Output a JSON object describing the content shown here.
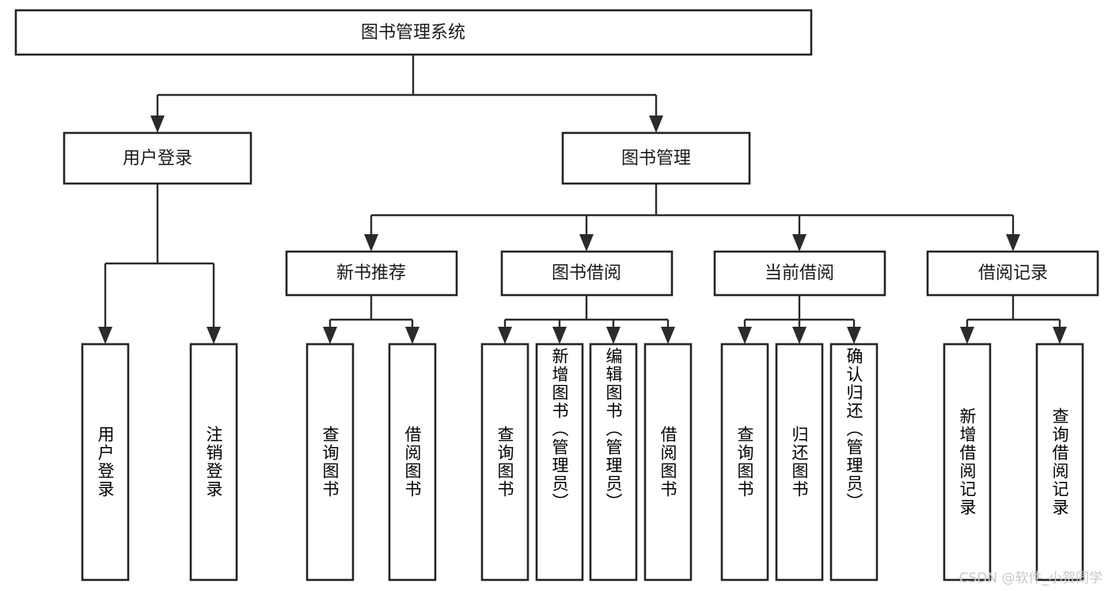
{
  "diagram": {
    "title": "图书管理系统",
    "type": "tree",
    "root": {
      "id": "root",
      "label": "图书管理系统",
      "orientation": "horizontal"
    },
    "level2": [
      {
        "id": "user-login",
        "label": "用户登录",
        "orientation": "horizontal"
      },
      {
        "id": "book-manage",
        "label": "图书管理",
        "orientation": "horizontal"
      }
    ],
    "level3": [
      {
        "id": "new-book-recommend",
        "label": "新书推荐",
        "orientation": "horizontal",
        "parent": "book-manage"
      },
      {
        "id": "book-borrow",
        "label": "图书借阅",
        "orientation": "horizontal",
        "parent": "book-manage"
      },
      {
        "id": "current-borrow",
        "label": "当前借阅",
        "orientation": "horizontal",
        "parent": "book-manage"
      },
      {
        "id": "borrow-record",
        "label": "借阅记录",
        "orientation": "horizontal",
        "parent": "book-manage"
      }
    ],
    "leaves": [
      {
        "id": "leaf-user-login",
        "label": "用户登录",
        "orientation": "vertical",
        "parent": "user-login"
      },
      {
        "id": "leaf-user-logout",
        "label": "注销登录",
        "orientation": "vertical",
        "parent": "user-login"
      },
      {
        "id": "leaf-query-book-1",
        "label": "查询图书",
        "orientation": "vertical",
        "parent": "new-book-recommend"
      },
      {
        "id": "leaf-borrow-book-1",
        "label": "借阅图书",
        "orientation": "vertical",
        "parent": "new-book-recommend"
      },
      {
        "id": "leaf-query-book-2",
        "label": "查询图书",
        "orientation": "vertical",
        "parent": "book-borrow"
      },
      {
        "id": "leaf-add-book",
        "label": "新增图书（管理员）",
        "orientation": "vertical",
        "parent": "book-borrow"
      },
      {
        "id": "leaf-edit-book",
        "label": "编辑图书（管理员）",
        "orientation": "vertical",
        "parent": "book-borrow"
      },
      {
        "id": "leaf-borrow-book-2",
        "label": "借阅图书",
        "orientation": "vertical",
        "parent": "book-borrow"
      },
      {
        "id": "leaf-query-book-3",
        "label": "查询图书",
        "orientation": "vertical",
        "parent": "current-borrow"
      },
      {
        "id": "leaf-return-book",
        "label": "归还图书",
        "orientation": "vertical",
        "parent": "current-borrow"
      },
      {
        "id": "leaf-confirm-return",
        "label": "确认归还（管理员）",
        "orientation": "vertical",
        "parent": "current-borrow"
      },
      {
        "id": "leaf-add-record",
        "label": "新增借阅记录",
        "orientation": "vertical",
        "parent": "borrow-record"
      },
      {
        "id": "leaf-query-record",
        "label": "查询借阅记录",
        "orientation": "vertical",
        "parent": "borrow-record"
      }
    ],
    "colors": {
      "box_stroke": "#232323",
      "box_fill": "#ffffff",
      "connector": "#2b2b2b",
      "text": "#1a1a1a",
      "background": "#ffffff",
      "watermark": "#c9c9c9"
    }
  },
  "watermark": {
    "text": "CSDN @软件_小贺同学"
  }
}
